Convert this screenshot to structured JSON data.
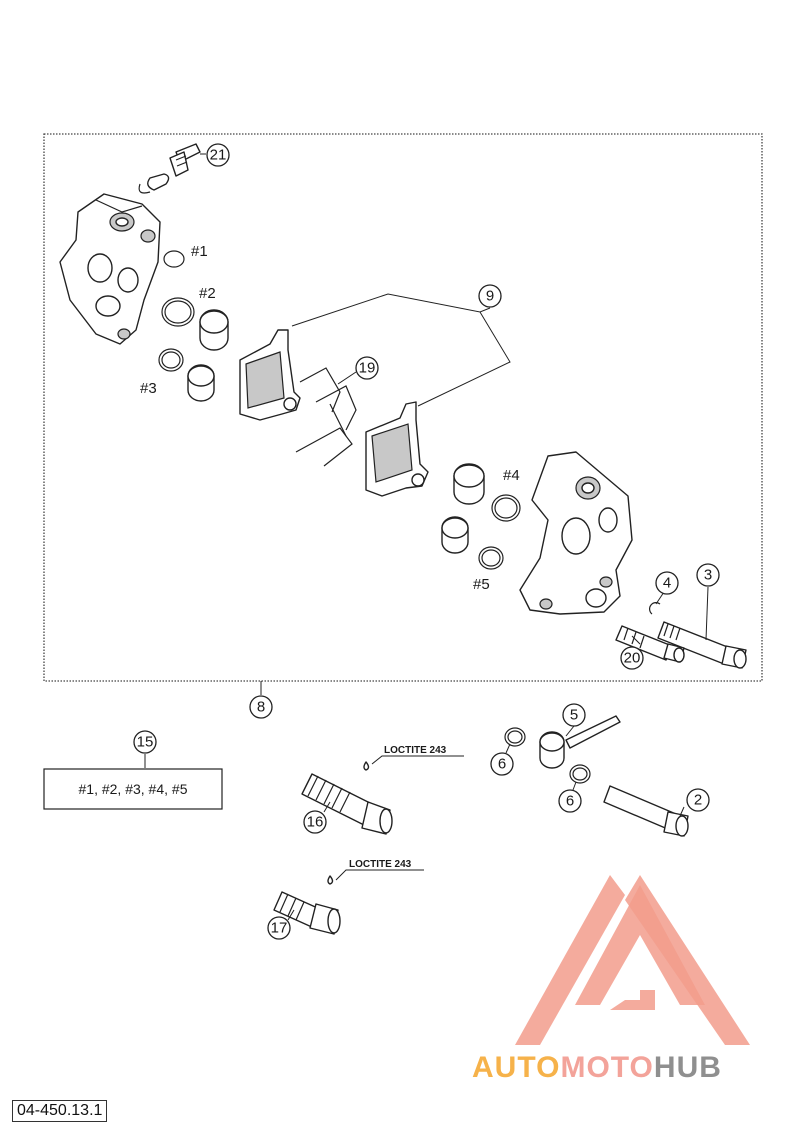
{
  "diagram": {
    "callouts": {
      "c21": "21",
      "c9": "9",
      "c19": "19",
      "c4": "4",
      "c3": "3",
      "c20": "20",
      "c8": "8",
      "c15": "15",
      "c5": "5",
      "c6a": "6",
      "c6b": "6",
      "c2": "2",
      "c16": "16",
      "c17": "17"
    },
    "seal_tags": {
      "s1": "#1",
      "s2": "#2",
      "s3": "#3",
      "s4": "#4",
      "s5": "#5"
    },
    "seal_kit_label": "#1, #2, #3, #4, #5",
    "loctite_a": "LOCTITE 243",
    "loctite_b": "LOCTITE 243",
    "drawing_number": "04-450.13.1"
  },
  "watermark": {
    "part1": "AUTO",
    "part2": "MOTO",
    "part3": "HUB",
    "colors": {
      "orange": "#f6b24a",
      "pink": "#f3a39a",
      "grey": "#8f8f8f"
    }
  }
}
